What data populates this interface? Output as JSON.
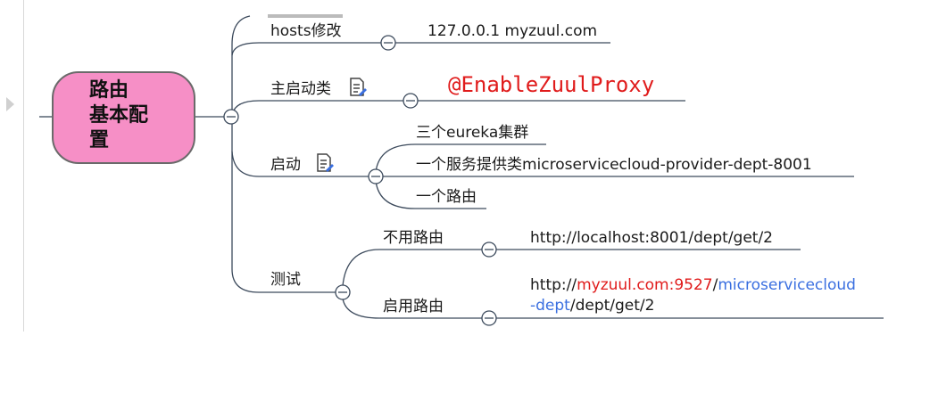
{
  "root": {
    "line1": "路由",
    "line2": "基本配",
    "line3": "置"
  },
  "branches": {
    "hosts": {
      "label": "hosts修改",
      "value": "127.0.0.1  myzuul.com"
    },
    "main_class": {
      "label": "主启动类",
      "value": "@EnableZuulProxy",
      "icon": "note-icon"
    },
    "start": {
      "label": "启动",
      "icon": "note-icon",
      "items": [
        "三个eureka集群",
        "一个服务提供类microservicecloud-provider-dept-8001",
        "一个路由"
      ]
    },
    "test": {
      "label": "测试",
      "no_route": {
        "label": "不用路由",
        "url": "http://localhost:8001/dept/get/2"
      },
      "with_route": {
        "label": "启用路由",
        "url_prefix": "http://",
        "url_host": "myzuul.com:9527",
        "url_slash": "/",
        "url_service": "microservicecloud",
        "url_service_cont": "-dept",
        "url_rest": "/dept/get/2"
      }
    }
  },
  "colors": {
    "root_fill": "#f68fc6",
    "line": "#3c4a5c",
    "red": "#e01b1b",
    "blue": "#3a6fe0"
  }
}
